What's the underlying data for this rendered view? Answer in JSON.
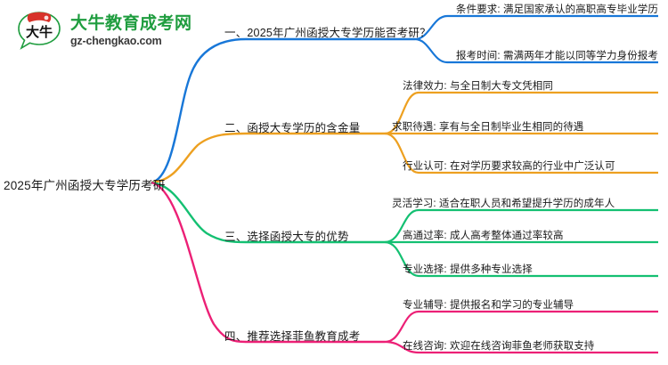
{
  "logo": {
    "mark_text": "大牛",
    "name": "大牛教育成考网",
    "url": "gz-chengkao.com",
    "brand_color": "#1f9d3f",
    "mark_accent": "#d8332a"
  },
  "mindmap": {
    "root": {
      "label": "2025年广州函授大专学历考研"
    },
    "branches": [
      {
        "label": "一、2025年广州函授大专学历能否考研？",
        "color": "#1877d8",
        "children": [
          {
            "label": "条件要求: 满足国家承认的高职高专毕业学历"
          },
          {
            "label": "报考时间: 需满两年才能以同等学力身份报考"
          }
        ]
      },
      {
        "label": "二、函授大专学历的含金量",
        "color": "#eda020",
        "children": [
          {
            "label": "法律效力: 与全日制大专文凭相同"
          },
          {
            "label": "求职待遇: 享有与全日制毕业生相同的待遇"
          },
          {
            "label": "行业认可: 在对学历要求较高的行业中广泛认可"
          }
        ]
      },
      {
        "label": "三、选择函授大专的优势",
        "color": "#14c072",
        "children": [
          {
            "label": "灵活学习: 适合在职人员和希望提升学历的成年人"
          },
          {
            "label": "高通过率: 成人高考整体通过率较高"
          },
          {
            "label": "专业选择: 提供多种专业选择"
          }
        ]
      },
      {
        "label": "四、推荐选择菲鱼教育成考",
        "color": "#ec2076",
        "children": [
          {
            "label": "专业辅导: 提供报名和学习的专业辅导"
          },
          {
            "label": "在线咨询: 欢迎在线咨询菲鱼老师获取支持"
          }
        ]
      }
    ]
  }
}
